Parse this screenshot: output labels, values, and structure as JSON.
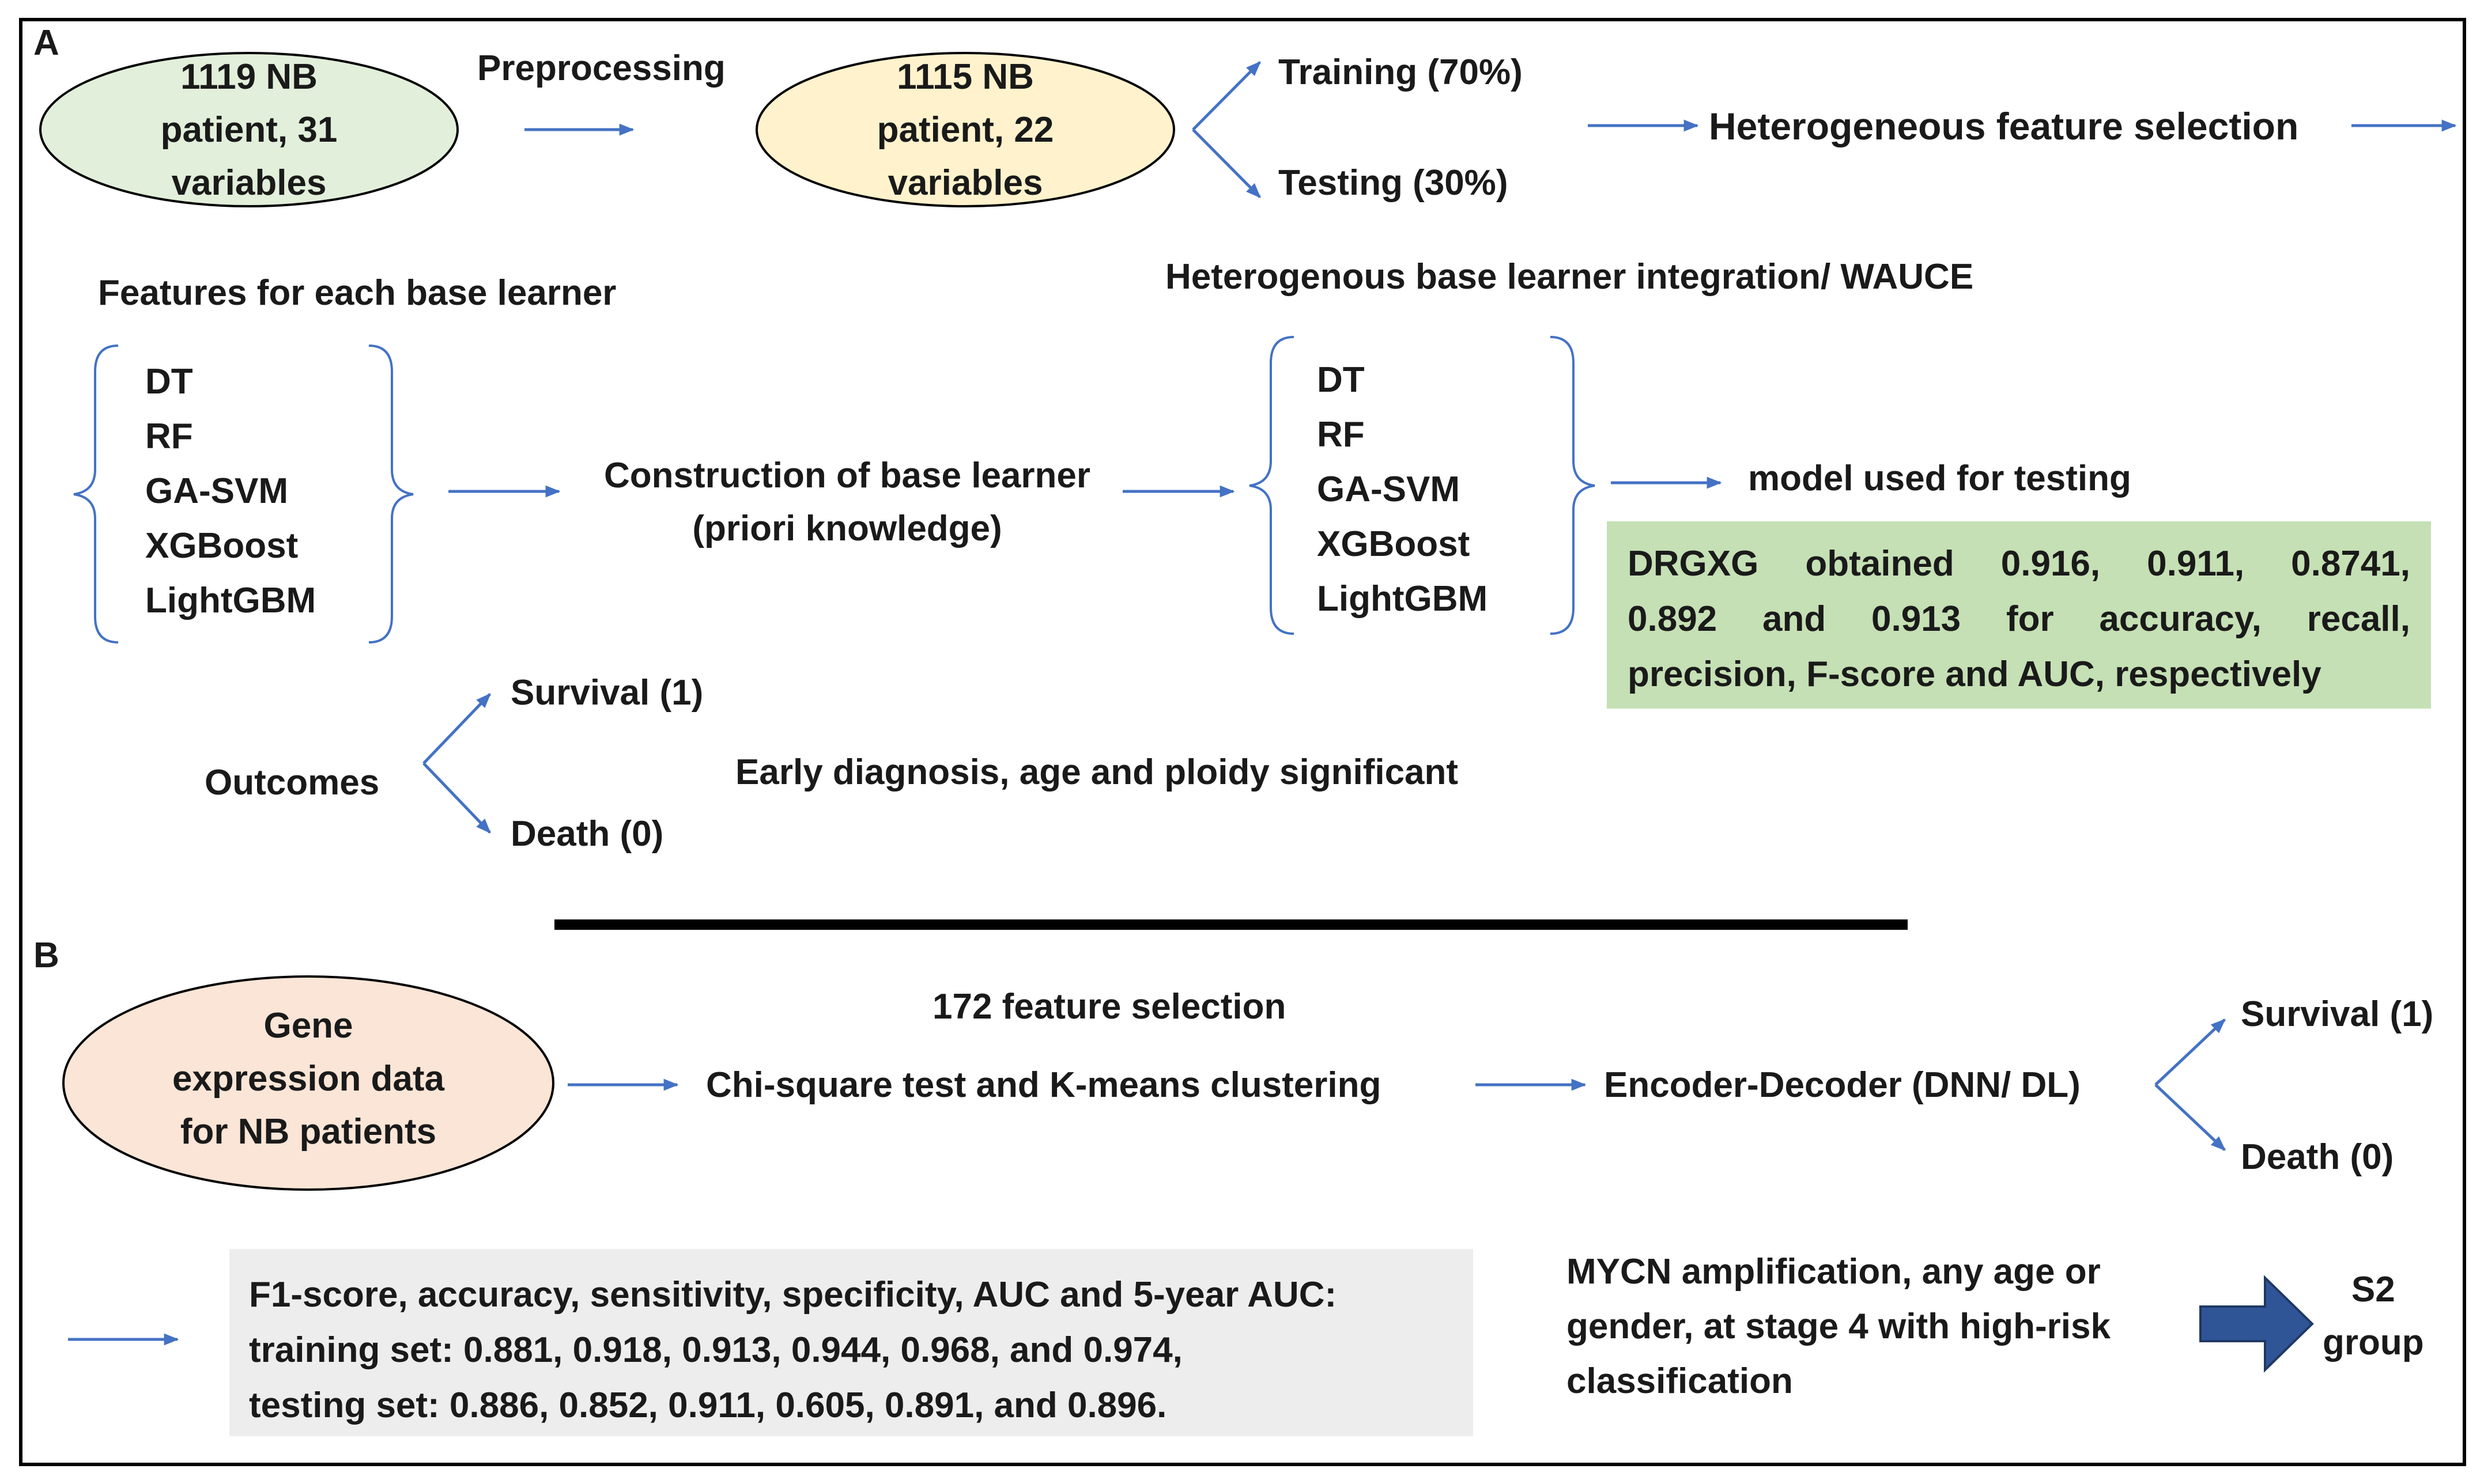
{
  "colors": {
    "ellipse_green": "#e2efda",
    "ellipse_yellow": "#fff2cc",
    "ellipse_pink": "#fbe5d6",
    "box_green": "#c5e0b4",
    "box_gray": "#ededed",
    "arrow_blue": "#4472c4",
    "thick_arrow_fill": "#2f5597"
  },
  "panel_a": {
    "label": "A",
    "node_raw": [
      "1119 NB",
      "patient, 31",
      "variables"
    ],
    "preprocessing": "Preprocessing",
    "node_processed": [
      "1115 NB",
      "patient, 22",
      "variables"
    ],
    "training": "Training (70%)",
    "testing": "Testing (30%)",
    "feature_selection": "Heterogeneous feature selection",
    "features_title": "Features for each base learner",
    "integration_title": "Heterogenous base learner integration/ WAUCE",
    "learners_left": [
      "DT",
      "RF",
      "GA-SVM",
      "XGBoost",
      "LightGBM"
    ],
    "construction": [
      "Construction of base learner",
      "(priori knowledge)"
    ],
    "learners_right": [
      "DT",
      "RF",
      "GA-SVM",
      "XGBoost",
      "LightGBM"
    ],
    "model_testing": "model used for testing",
    "results": [
      "DRGXG obtained 0.916, 0.911, 0.8741,",
      "0.892 and 0.913 for accuracy, recall,",
      "precision, F-score and AUC, respectively"
    ],
    "outcomes": "Outcomes",
    "survival": "Survival (1)",
    "death": "Death (0)",
    "significant": "Early diagnosis, age and ploidy significant"
  },
  "panel_b": {
    "label": "B",
    "gene_node": [
      "Gene",
      "expression data",
      "for NB patients"
    ],
    "feature_count": "172 feature selection",
    "chi_square": "Chi-square test and K-means clustering",
    "encoder": "Encoder-Decoder (DNN/ DL)",
    "survival": "Survival (1)",
    "death": "Death (0)",
    "metrics": [
      "F1-score, accuracy, sensitivity, specificity, AUC and 5-year AUC:",
      "training set: 0.881, 0.918, 0.913, 0.944, 0.968, and 0.974,",
      "testing set: 0.886, 0.852, 0.911, 0.605, 0.891, and 0.896."
    ],
    "mycn": [
      "MYCN amplification, any age or",
      "gender, at stage 4 with high-risk",
      "classification"
    ],
    "group": [
      "S2",
      "group"
    ]
  }
}
